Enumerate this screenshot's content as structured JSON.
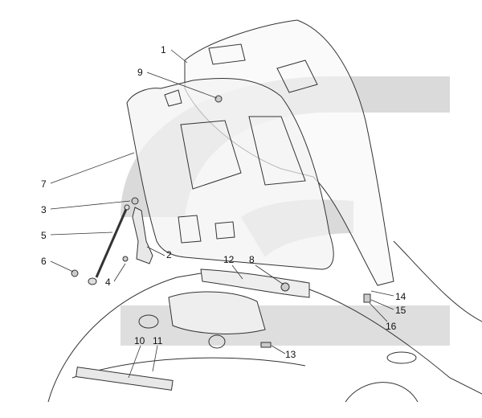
{
  "diagram": {
    "callouts": [
      "1",
      "2",
      "3",
      "4",
      "5",
      "6",
      "7",
      "8",
      "9",
      "10",
      "11",
      "12",
      "13",
      "14",
      "15",
      "16"
    ]
  },
  "colors": {
    "line": "#333333",
    "watermark": "#d9d9d9",
    "panel": "#f4f4f4"
  }
}
